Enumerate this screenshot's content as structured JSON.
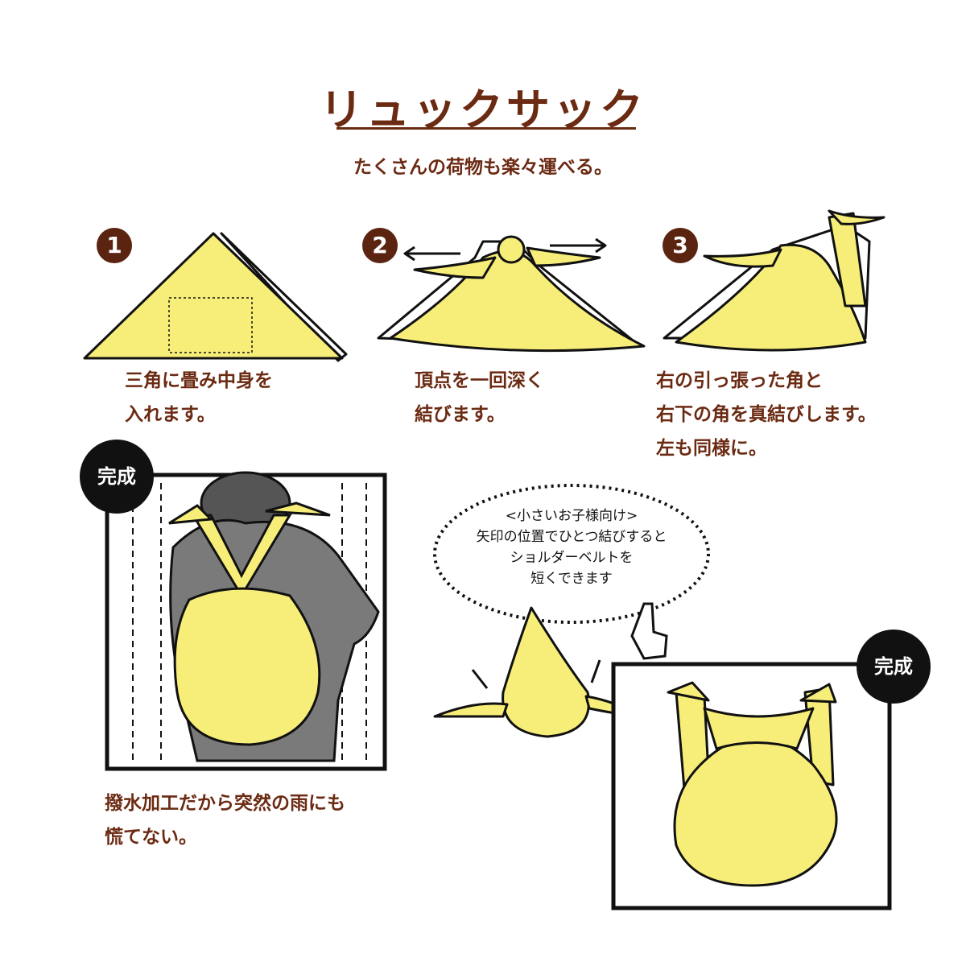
{
  "title": "リュックサック",
  "subtitle": "たくさんの荷物も楽々運べる。",
  "steps": [
    {
      "number": "1",
      "lines": [
        "三角に畳み中身を",
        "入れます。"
      ]
    },
    {
      "number": "2",
      "lines": [
        "頂点を一回深く",
        "結びます。"
      ]
    },
    {
      "number": "3",
      "lines": [
        "右の引っ張った角と",
        "右下の角を真結びします。",
        "左も同様に。"
      ]
    }
  ],
  "complete_badge": "完成",
  "complete_caption": [
    "撥水加工だから突然の雨にも",
    "慌てない。"
  ],
  "tip_bubble": [
    "<小さいお子様向け>",
    "矢印の位置でひとつ結びすると",
    "ショルダーベルトを",
    "短くできます"
  ],
  "colors": {
    "brown": "#6b2a12",
    "yellow": "#f7ee7a",
    "black": "#111111"
  }
}
